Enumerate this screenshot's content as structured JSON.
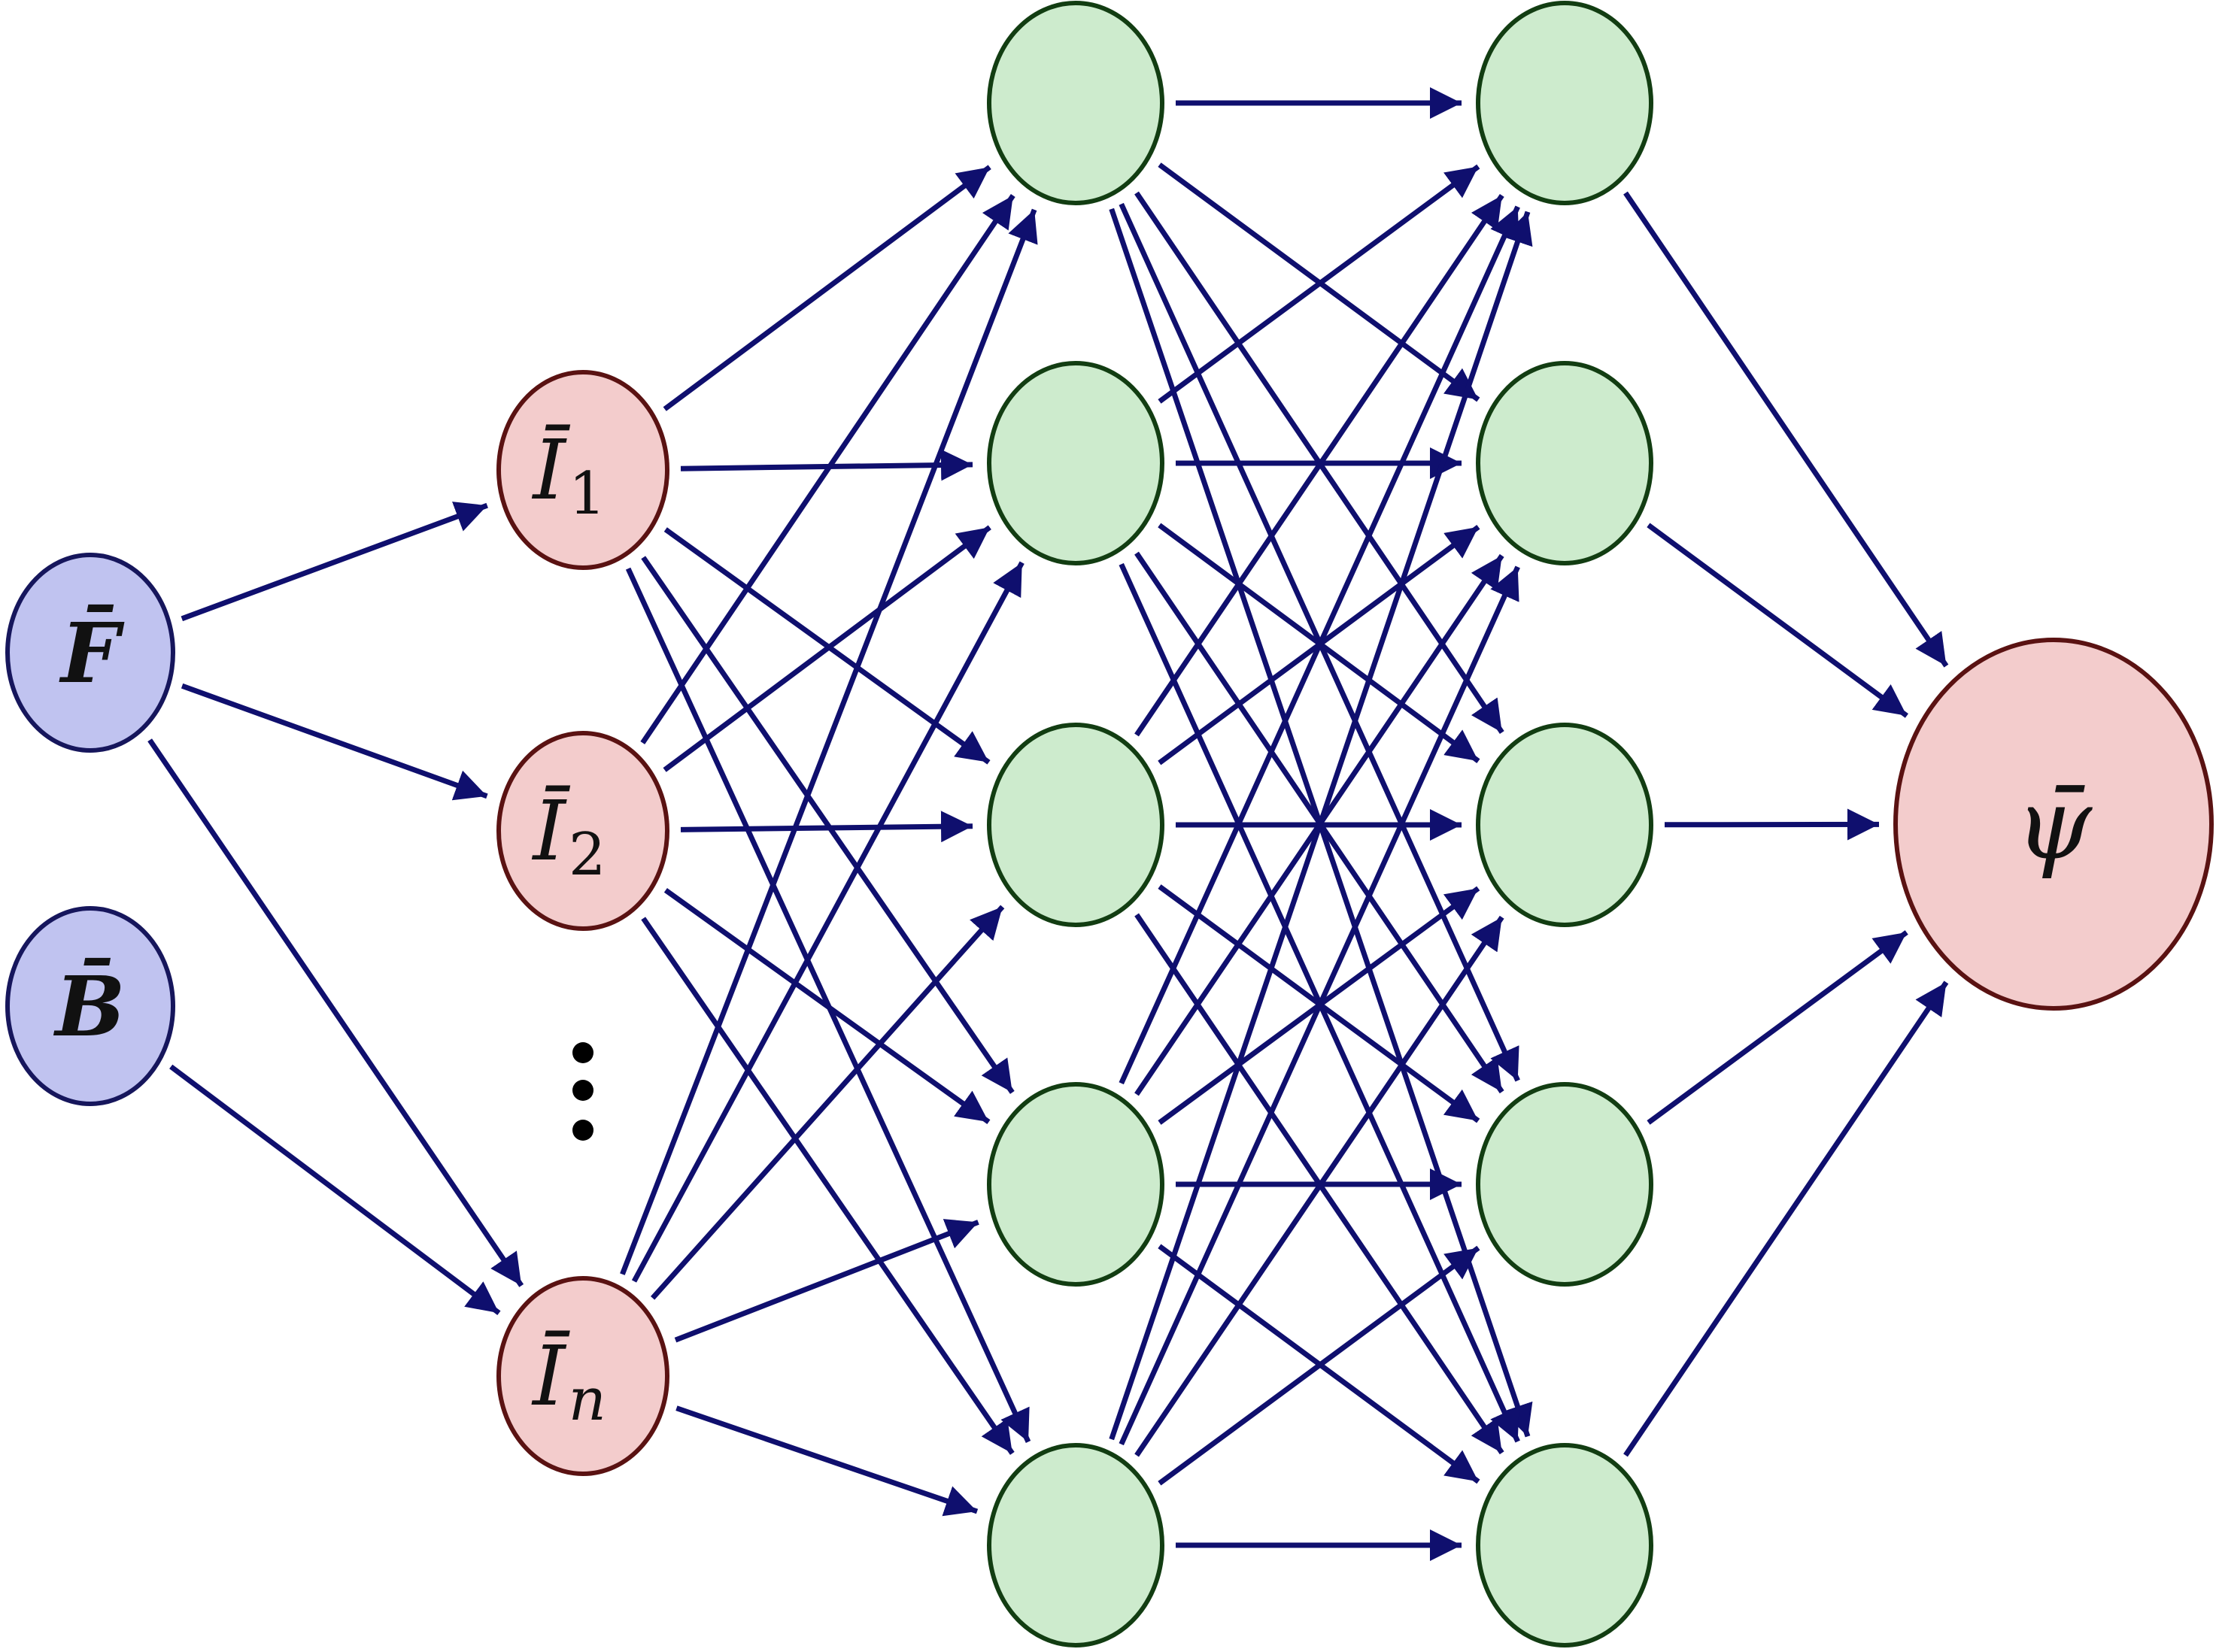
{
  "diagram": {
    "type": "neural-network",
    "colors": {
      "edge": "#0f0f6e",
      "input_fill": "#c0c3f0",
      "input_stroke": "#16165c",
      "invariant_fill": "#f3cccc",
      "invariant_stroke": "#5a1212",
      "hidden_fill": "#cdebcd",
      "hidden_stroke": "#123d12",
      "output_fill": "#f3cccc",
      "output_stroke": "#5a1212"
    },
    "nodes": {
      "F": {
        "label": "F̄"
      },
      "B": {
        "label": "B̄"
      },
      "I1": {
        "label": "Ī",
        "sub": "1"
      },
      "I2": {
        "label": "Ī",
        "sub": "2"
      },
      "In": {
        "label": "Ī",
        "sub": "n"
      },
      "dots": {
        "label": "⋮"
      },
      "psi": {
        "label": "ψ̄"
      }
    },
    "hidden_layer_1_count": 5,
    "hidden_layer_2_count": 5,
    "edges_input_to_invariants": [
      [
        "F",
        "I1"
      ],
      [
        "F",
        "I2"
      ],
      [
        "F",
        "In"
      ],
      [
        "B",
        "In"
      ]
    ],
    "invariants_to_hidden": "fully-connected",
    "hidden_to_hidden": "fully-connected",
    "hidden_to_output": "fully-connected"
  }
}
